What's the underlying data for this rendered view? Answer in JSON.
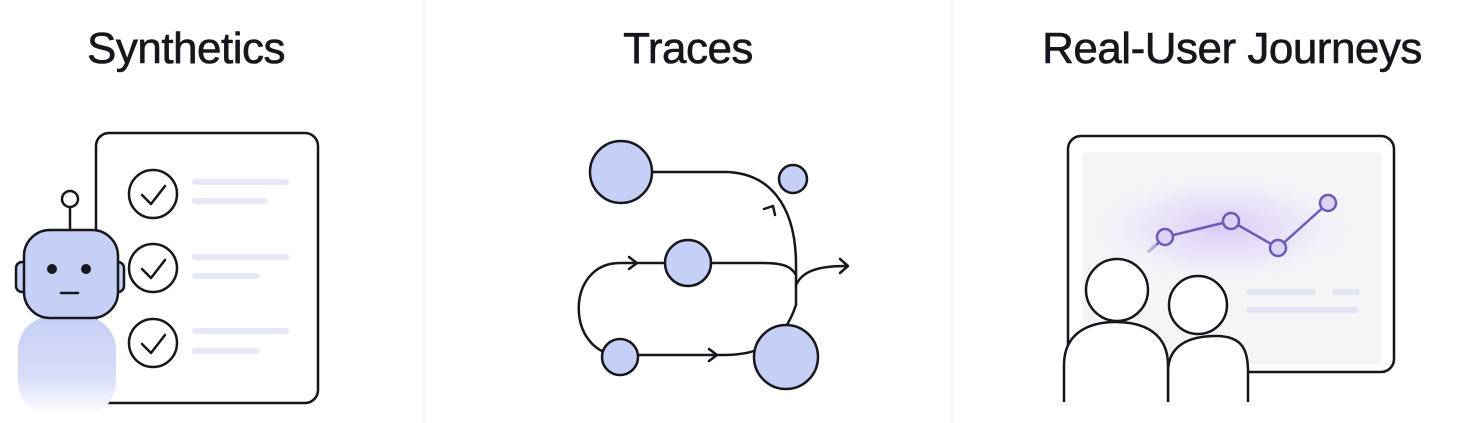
{
  "panels": [
    {
      "title": "Synthetics",
      "illustration": "robot-checklist-icon"
    },
    {
      "title": "Traces",
      "illustration": "trace-flow-icon"
    },
    {
      "title": "Real-User Journeys",
      "illustration": "users-dashboard-icon"
    }
  ],
  "colors": {
    "stroke": "#15171c",
    "node_fill": "#c6cff5",
    "line_placeholder": "#e7e8f8",
    "chart_line": "#6b5bb5",
    "chart_glow": "#d9c9f6"
  }
}
